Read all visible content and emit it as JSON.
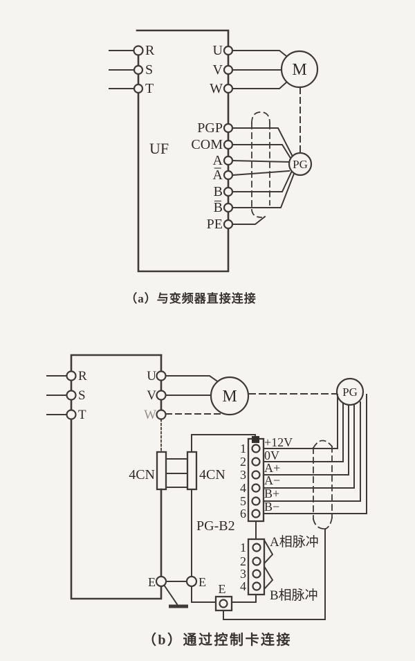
{
  "page": {
    "background": "#f6f4f0",
    "line_color": "#3e3b37",
    "text_color": "#2f2c28",
    "muted_text_color": "#95918a"
  },
  "diagram_a": {
    "caption": "（a）与变频器直接连接",
    "inverter_label": "UF",
    "motor_label": "M",
    "encoder_label": "PG",
    "input_terminals": [
      "R",
      "S",
      "T"
    ],
    "right_terminals": [
      "U",
      "V",
      "W",
      "PGP",
      "COM",
      "A",
      "A̅",
      "B",
      "B̅",
      "PE"
    ]
  },
  "diagram_b": {
    "caption": "（b）通过控制卡连接",
    "motor_label": "M",
    "encoder_label": "PG",
    "input_terminals": [
      "R",
      "S",
      "T"
    ],
    "output_terminals": [
      "U",
      "V",
      "W"
    ],
    "connector_label_left": "4CN",
    "connector_label_right": "4CN",
    "card_label": "PG-B2",
    "tb6_numbers": [
      "1",
      "2",
      "3",
      "4",
      "5",
      "6"
    ],
    "tb6_labels": [
      "+12V",
      "0V",
      "A+",
      "A−",
      "B+",
      "B−"
    ],
    "tb4_numbers": [
      "1",
      "2",
      "3",
      "4"
    ],
    "pulse_label_a": "A相脉冲",
    "pulse_label_b": "B相脉冲",
    "e_label_left": "E",
    "e_label_right": "E",
    "e_label_box": "E"
  }
}
